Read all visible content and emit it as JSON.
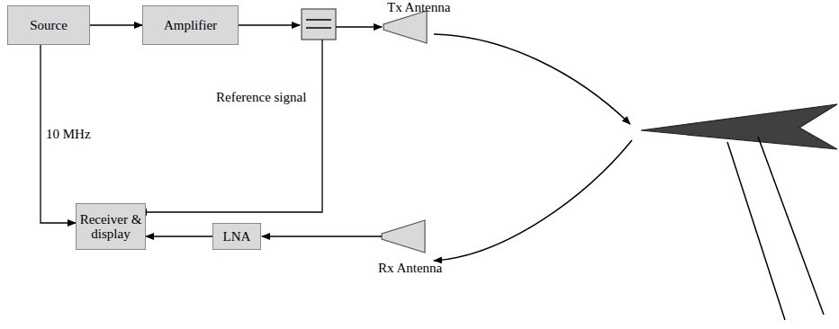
{
  "diagram": {
    "nodes": [
      {
        "text": [
          "Source"
        ]
      },
      {
        "text": [
          "Amplifier"
        ]
      },
      {
        "text": [
          "Receiver & display"
        ]
      },
      {
        "text": [
          "LNA"
        ]
      }
    ],
    "edges": [
      {
        "from": 0,
        "to": 1,
        "arrow": "to"
      },
      {
        "from": 0,
        "to": 2,
        "label": "10 MHz",
        "arrow": "to"
      },
      {
        "from": 3,
        "to": 2,
        "arrow": "to"
      }
    ],
    "labels": [
      "Tx Antenna",
      "Reference signal",
      "Rx Antenna"
    ]
  }
}
